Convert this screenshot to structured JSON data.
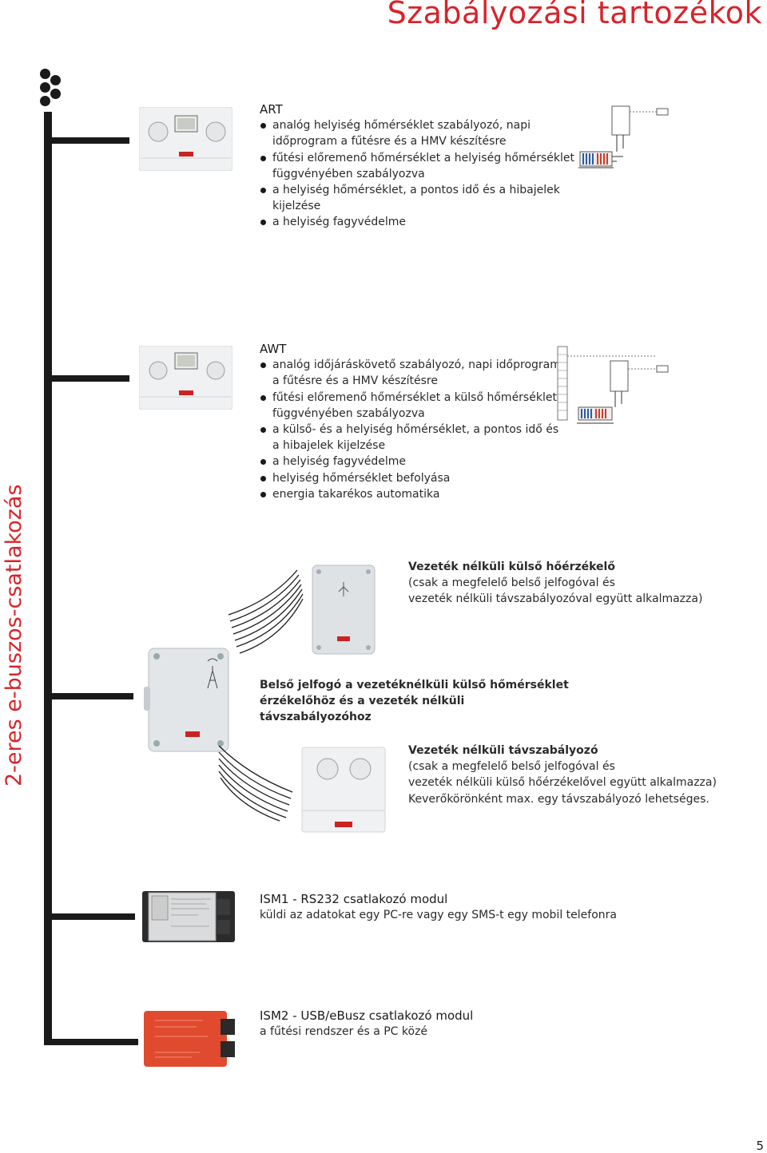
{
  "page": {
    "title": "Szabályozási tartozékok",
    "side_label": "2-eres e-buszos-csatlakozás",
    "page_number": "5"
  },
  "art": {
    "heading": "ART",
    "bullets": [
      "analóg helyiség hőmérséklet szabályozó, napi időprogram a fűtésre és a HMV készítésre",
      "fűtési előremenő hőmérséklet a helyiség hőmérséklet függvényében szabályozva",
      "a helyiség hőmérséklet, a pontos idő és a hibajelek kijelzése",
      "a helyiség fagyvédelme"
    ]
  },
  "awt": {
    "heading": "AWT",
    "bullets": [
      "analóg időjáráskövető szabályozó, napi időprogram a fűtésre és a HMV készítésre",
      "fűtési előremenő hőmérséklet a külső hőmérséklet függvényében szabályozva",
      "a külső- és a helyiség hőmérséklet, a pontos idő és a hibajelek kijelzése",
      "a helyiség fagyvédelme",
      "helyiség hőmérséklet befolyása",
      "energia takarékos automatika"
    ]
  },
  "wireless_sensor": {
    "heading": "Vezeték nélküli külső hőérzékelő",
    "line1": "(csak a megfelelő belső jelfogóval és",
    "line2": "vezeték nélküli távszabályozóval együtt alkalmazza)"
  },
  "receiver": {
    "line1": "Belső jelfogó a vezetéknélküli külső hőmérséklet",
    "line2": "érzékelőhöz és a vezeték nélküli távszabályozóhoz"
  },
  "wireless_remote": {
    "heading": "Vezeték nélküli távszabályozó",
    "line1": "(csak a megfelelő belső jelfogóval és",
    "line2": "vezeték nélküli külső hőérzékelővel együtt alkalmazza)",
    "line3": "Keverőkörönként max. egy távszabályozó lehetséges."
  },
  "ism1": {
    "heading": "ISM1 - RS232 csatlakozó modul",
    "text": "küldi az adatokat egy PC-re vagy egy SMS-t egy mobil telefonra"
  },
  "ism2": {
    "heading": "ISM2 - USB/eBusz csatlakozó modul",
    "text": "a fűtési rendszer és a PC közé"
  },
  "icons": [
    "controller-icon",
    "boiler-diagram-icon",
    "sensor-box-icon",
    "receiver-box-icon",
    "radio-waves-icon",
    "remote-control-icon",
    "module-icon"
  ],
  "colors": {
    "accent": "#d8232a",
    "line": "#1a1a1a",
    "module_red": "#e04a2e"
  }
}
